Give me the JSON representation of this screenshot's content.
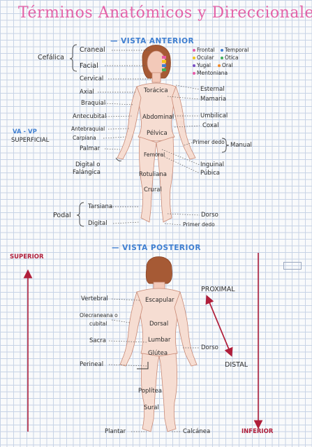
{
  "title": "Términos Anatómicos y Direccionales",
  "anterior": {
    "heading": "— VISTA ANTERIOR",
    "labels": {
      "cefalica": "Cefálica",
      "craneal": "Craneal",
      "facial": "Facial",
      "cervical": "Cervical",
      "axial": "Axial",
      "toracica": "Torácica",
      "esternal": "Esternal",
      "mamaria": "Mamaria",
      "braquial": "Braquial",
      "antecubital": "Antecubital",
      "abdominal": "Abdominal",
      "umbilical": "Umbilical",
      "coxal": "Coxal",
      "antebraquial": "Antebraquial",
      "pelvica": "Pélvica",
      "carpiana": "Carpiana",
      "primer_dedo_mano": "Primer dedo",
      "manual": "Manual",
      "palmar": "Palmar",
      "femoral": "Femoral",
      "inguinal": "Inguinal",
      "pubica": "Púbica",
      "digital_o": "Digital o",
      "falangica": "Falángica",
      "rotuliana": "Rotuliana",
      "crural": "Crural",
      "podal": "Podal",
      "tarsiana": "Tarsiana",
      "dorso": "Dorso",
      "digital": "Digital",
      "primer_dedo_pie": "Primer dedo",
      "va_vp": "VA - VP",
      "superficial": "SUPERFICIAL"
    },
    "legend": [
      {
        "label": "Frontal",
        "color": "#e85aa6"
      },
      {
        "label": "Temporal",
        "color": "#3f7fd1"
      },
      {
        "label": "Ocular",
        "color": "#f5c518"
      },
      {
        "label": "Ótica",
        "color": "#3fae57"
      },
      {
        "label": "Yugal",
        "color": "#7a4fc4"
      },
      {
        "label": "Oral",
        "color": "#f08a2a"
      },
      {
        "label": "Mentoniana",
        "color": "#e85aa6"
      }
    ]
  },
  "posterior": {
    "heading": "— VISTA POSTERIOR",
    "labels": {
      "superior": "SUPERIOR",
      "inferior": "INFERIOR",
      "proximal": "PROXIMAL",
      "distal": "DISTAL",
      "vertebral": "Vertebral",
      "escapular": "Escapular",
      "olecraneana_o": "Olecraneana o",
      "cubital": "cubital",
      "dorsal": "Dorsal",
      "sacra": "Sacra",
      "lumbar": "Lumbar",
      "dorso": "Dorso",
      "glutea": "Glútea",
      "perineal": "Perineal",
      "poplitea": "Poplítea",
      "sural": "Sural",
      "plantar": "Plantar",
      "calcanea": "Calcánea"
    }
  },
  "colors": {
    "title": "#e463a8",
    "heading": "#3f7fd1",
    "arrow": "#b01e3a",
    "skin": "#f3c9b9",
    "hair": "#a65a35"
  }
}
